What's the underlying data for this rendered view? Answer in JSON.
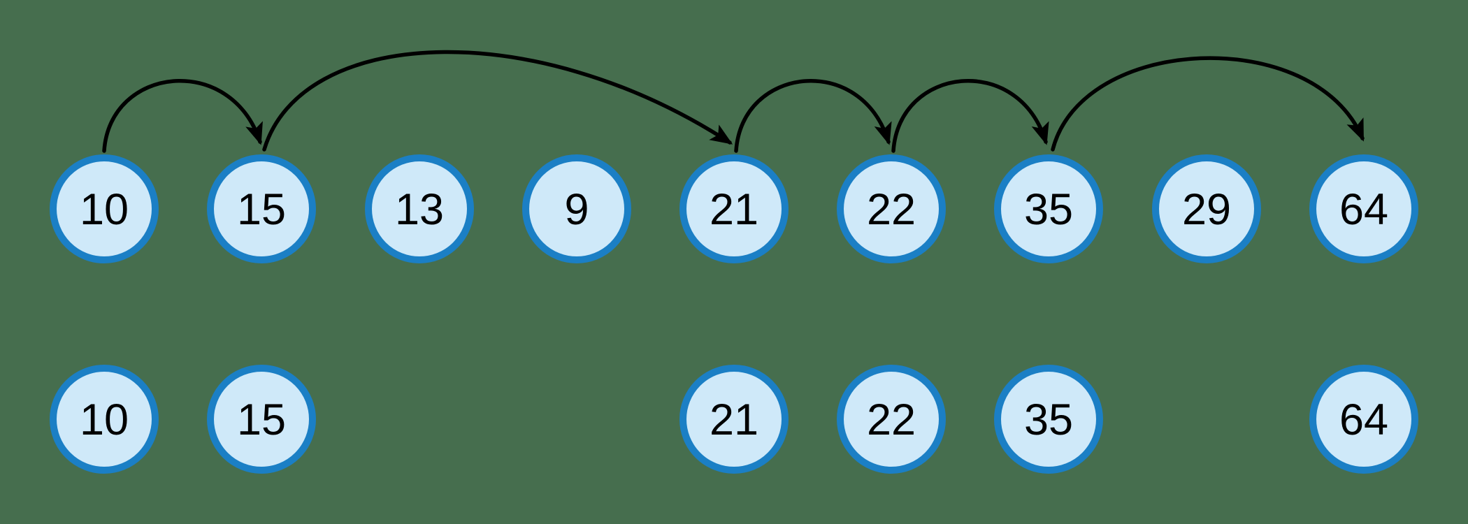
{
  "colors": {
    "background": "#466e4e",
    "node_fill": "#cfe9f9",
    "node_border": "#1b7fc5",
    "arrow": "#000000",
    "text": "#000000"
  },
  "diagram": {
    "top_row": {
      "values": [
        "10",
        "15",
        "13",
        "9",
        "21",
        "22",
        "35",
        "29",
        "64"
      ]
    },
    "bottom_row": {
      "values": [
        "10",
        "15",
        "21",
        "22",
        "35",
        "64"
      ]
    },
    "arrows": [
      {
        "from": "10",
        "to": "15"
      },
      {
        "from": "15",
        "to": "21"
      },
      {
        "from": "21",
        "to": "22"
      },
      {
        "from": "22",
        "to": "35"
      },
      {
        "from": "35",
        "to": "64"
      }
    ]
  }
}
